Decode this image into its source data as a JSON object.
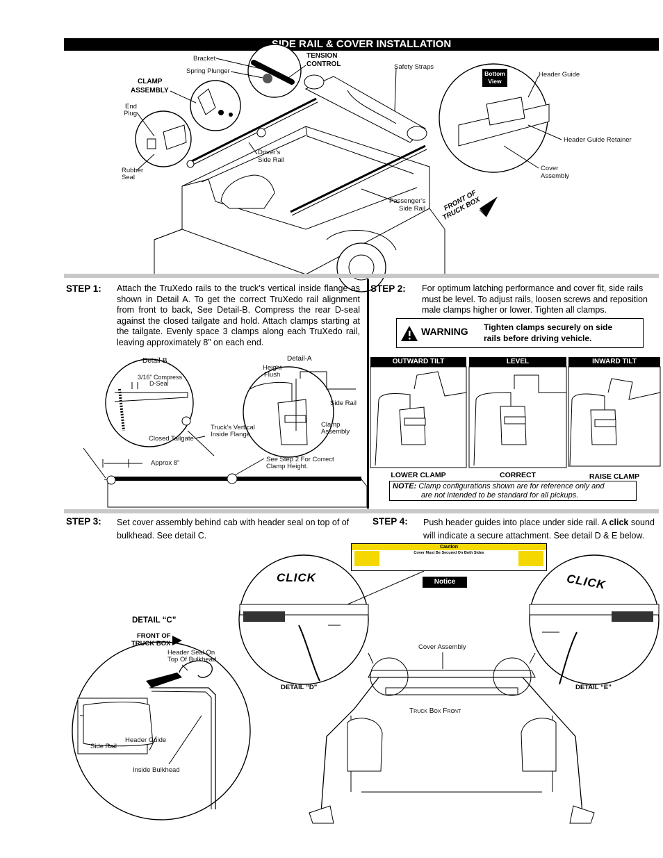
{
  "title": "SIDE RAIL & COVER INSTALLATION",
  "top_labels": {
    "bracket": "Bracket",
    "spring_plunger": "Spring Plunger",
    "tension_control_1": "TENSION",
    "tension_control_2": "CONTROL",
    "safety_straps": "Safety Straps",
    "clamp_assembly_1": "CLAMP",
    "clamp_assembly_2": "ASSEMBLY",
    "end_plug_1": "End",
    "end_plug_2": "Plug",
    "rubber_seal_1": "Rubber",
    "rubber_seal_2": "Seal",
    "drivers_rail_1": "Driver’s",
    "drivers_rail_2": "Side Rail",
    "passengers_rail_1": "Passenger’s",
    "passengers_rail_2": "Side Rail",
    "bottom_view_1": "Bottom",
    "bottom_view_2": "View",
    "header_guide": "Header Guide",
    "header_guide_retainer": "Header Guide Retainer",
    "cover_assembly_1": "Cover",
    "cover_assembly_2": "Assembly",
    "front_truck_box_1": "FRONT OF",
    "front_truck_box_2": "TRUCK BOX"
  },
  "step1": {
    "label": "STEP 1:",
    "text": "Attach the TruXedo rails to the truck’s vertical inside flange as shown in Detail A. To get the correct TruXedo rail alignment from front to back, See Detail-B. Compress the rear D-seal against the closed tailgate and hold. Attach clamps starting at the tailgate. Evenly space 3 clamps along each TruXedo rail, leaving approximately 8” on each end.",
    "detail_b": "Detail-B",
    "detail_a": "Detail-A",
    "compress_1": "3/16” Compress",
    "compress_2": "D-Seal",
    "closed_tailgate": "Closed Tailgate",
    "height_flush_1": "Height",
    "height_flush_2": "Flush",
    "side_rail": "Side Rail",
    "vertical_flange_1": "Truck’s Vertical",
    "vertical_flange_2": "Inside Flange",
    "clamp_assembly_1": "Clamp",
    "clamp_assembly_2": "Assembly",
    "approx": "Approx 8”",
    "see_step_1": "See Step 2 For Correct",
    "see_step_2": "Clamp Height."
  },
  "step2": {
    "label": "STEP 2:",
    "text": "For optimum latching performance and cover fit, side rails must be level. To adjust rails, loosen screws and reposition male clamps higher or lower. Tighten all clamps.",
    "warning_label": "WARNING",
    "warning_text_1": "Tighten clamps securely on side",
    "warning_text_2": "rails before driving vehicle.",
    "tilts": [
      {
        "header": "OUTWARD  TILT",
        "caption": "LOWER CLAMP"
      },
      {
        "header": "LEVEL",
        "caption": "CORRECT"
      },
      {
        "header": "INWARD TILT",
        "caption": "RAISE CLAMP"
      }
    ],
    "note_label": "NOTE:",
    "note_text_1": "Clamp configurations shown are for reference only and",
    "note_text_2": "are not intended to be standard for all pickups."
  },
  "step3": {
    "label": "STEP 3:",
    "text_1": "Set cover assembly behind cab with header seal on top of of",
    "text_2": "bulkhead. See detail C.",
    "detail_c": "DETAIL “C”",
    "front_1": "FRONT OF",
    "front_2": "TRUCK BOX",
    "header_seal_1": "Header Seal On",
    "header_seal_2": "Top Of Bulkhead",
    "side_rail": "Side Rail",
    "header_guide": "Header Guide",
    "inside_bulkhead": "Inside Bulkhead"
  },
  "step4": {
    "label": "STEP 4:",
    "text_pre": "Push header guides into place under side rail. A ",
    "text_click": "click",
    "text_post": " sound",
    "text_2": "will indicate a secure attachment. See detail D & E below.",
    "caution_title": "Caution",
    "caution_sub": "Cover Must Be Secured On Both Sides",
    "notice": "Notice",
    "click": "CLICK",
    "cover_assembly": "Cover Assembly",
    "detail_d": "DETAIL “D”",
    "detail_e": "DETAIL “E”",
    "truck_box_front": "Truck Box Front"
  }
}
